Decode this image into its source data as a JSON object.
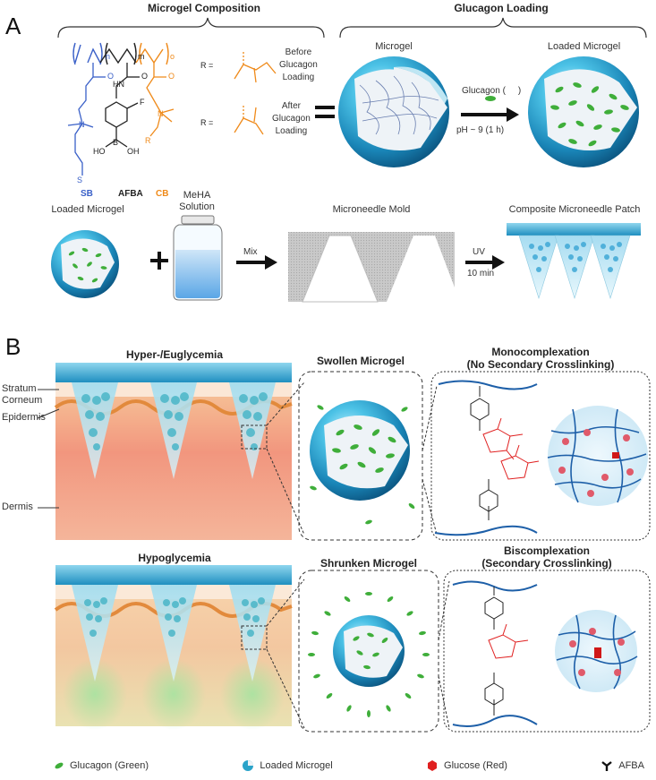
{
  "panels": {
    "a": "A",
    "b": "B"
  },
  "a": {
    "microgel_composition": "Microgel Composition",
    "glucagon_loading": "Glucagon Loading",
    "r_eq": "R =",
    "before": "Before\nGlucagon\nLoading",
    "after": "After\nGlucagon\nLoading",
    "monomers": {
      "sb": "SB",
      "afba": "AFBA",
      "cb": "CB"
    },
    "subscripts": {
      "n": "n",
      "m": "m",
      "o": "o"
    },
    "atoms": {
      "o": "O",
      "hn": "HN",
      "f": "F",
      "n": "N",
      "s": "S",
      "b": "B",
      "ho": "HO",
      "oh": "OH",
      "r": "R"
    },
    "microgel": "Microgel",
    "loaded_microgel": "Loaded Microgel",
    "glucagon": "Glucagon (",
    "glucagon_close": ")",
    "ph": "pH ~ 9 (1 h)",
    "equals": "=",
    "loaded_microgel_2": "Loaded Microgel",
    "meha": "MeHA\nSolution",
    "mold": "Microneedle Mold",
    "patch": "Composite Microneedle Patch",
    "mix": "Mix",
    "uv": "UV",
    "uv_time": "10 min",
    "plus": "+"
  },
  "b": {
    "hyper": "Hyper-/Euglycemia",
    "hypo": "Hypoglycemia",
    "stratum": "Stratum\nCorneum",
    "epidermis": "Epidermis",
    "dermis": "Dermis",
    "swollen": "Swollen Microgel",
    "shrunken": "Shrunken Microgel",
    "mono": "Monocomplexation\n(No Secondary Crosslinking)",
    "bis": "Biscomplexation\n(Secondary Crosslinking)"
  },
  "legend": {
    "glucagon": "Glucagon (Green)",
    "loaded": "Loaded Microgel",
    "glucose": "Glucose (Red)",
    "afba": "AFBA"
  },
  "colors": {
    "sb": "#3a60c8",
    "cb": "#ef8a1a",
    "sphere": "#2aa3c9",
    "glucagon": "#3fae3a",
    "glucose": "#e02020",
    "polymer": "#1d5fa8"
  }
}
